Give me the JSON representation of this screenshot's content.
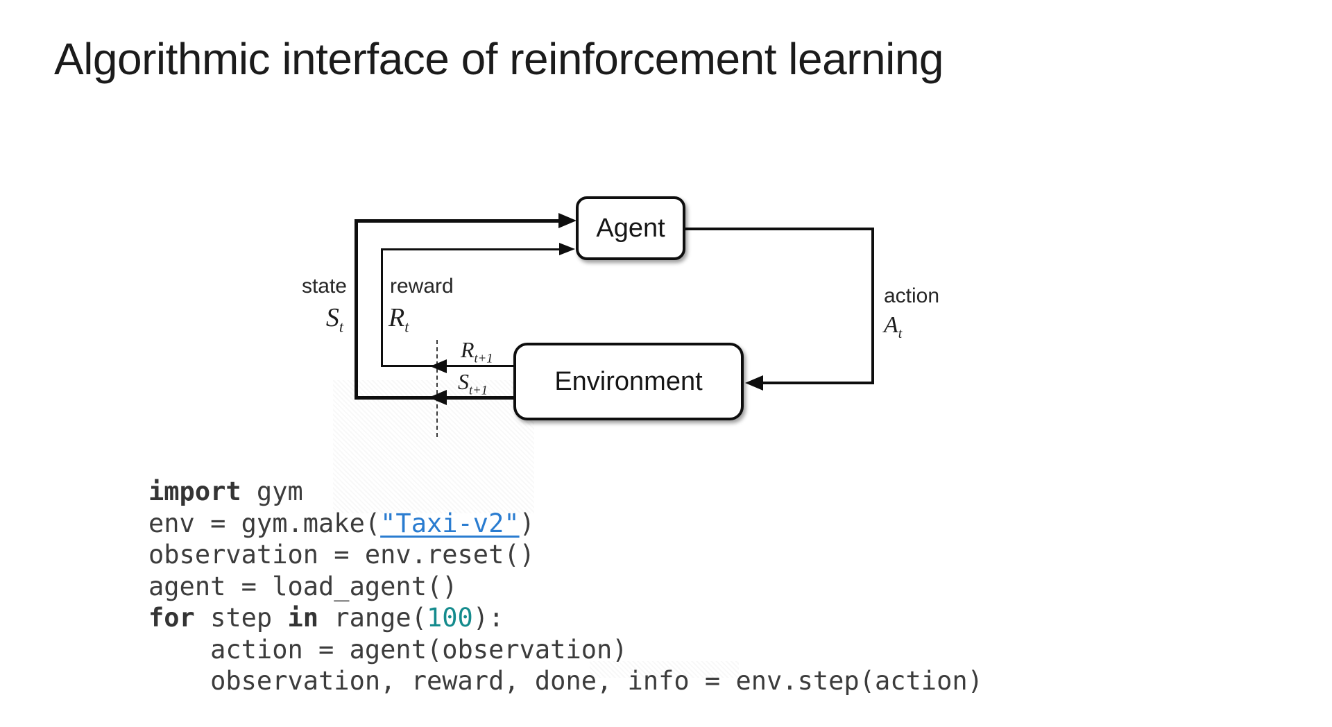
{
  "slide": {
    "title": "Algorithmic interface of reinforcement learning"
  },
  "diagram": {
    "agent_label": "Agent",
    "environment_label": "Environment",
    "state": {
      "label": "state",
      "symbol": "S",
      "sub": "t"
    },
    "reward": {
      "label": "reward",
      "symbol": "R",
      "sub": "t"
    },
    "action": {
      "label": "action",
      "symbol": "A",
      "sub": "t"
    },
    "next_reward": {
      "symbol": "R",
      "sub": "t+1"
    },
    "next_state": {
      "symbol": "S",
      "sub": "t+1"
    }
  },
  "code": {
    "language": "python",
    "lines": [
      [
        [
          "kw",
          "import"
        ],
        [
          "plain",
          " gym"
        ]
      ],
      [
        [
          "plain",
          "env = gym.make("
        ],
        [
          "str",
          "\"Taxi-v2\""
        ],
        [
          "plain",
          ")"
        ]
      ],
      [
        [
          "plain",
          "observation = env.reset()"
        ]
      ],
      [
        [
          "plain",
          "agent = load_agent()"
        ]
      ],
      [
        [
          "kw",
          "for"
        ],
        [
          "plain",
          " step "
        ],
        [
          "kw",
          "in"
        ],
        [
          "plain",
          " range("
        ],
        [
          "num",
          "100"
        ],
        [
          "plain",
          "):"
        ]
      ],
      [
        [
          "plain",
          "    action = agent(observation)"
        ]
      ],
      [
        [
          "plain",
          "    observation, reward, done, info = env.step(action)"
        ]
      ]
    ]
  },
  "colors": {
    "diagram_ink": "#0e0e0e",
    "code_plain": "#3c3c3c",
    "code_keyword": "#343434",
    "code_string_link": "#2a7cd0",
    "code_number": "#148b8d"
  }
}
